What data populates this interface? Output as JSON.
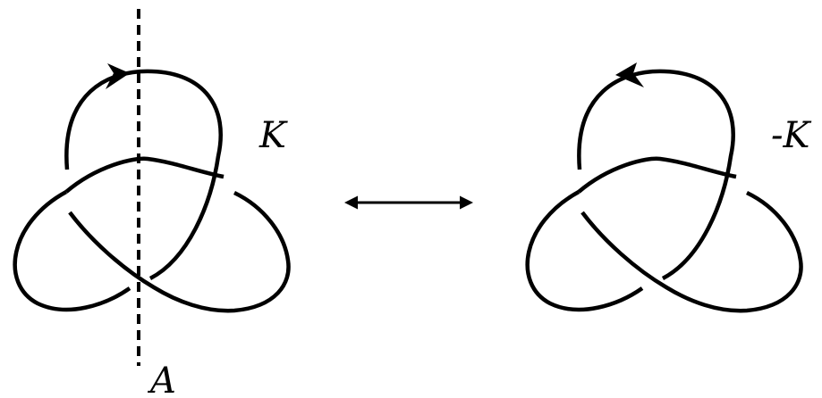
{
  "labels": {
    "knot": "K",
    "reversed_knot": "-K",
    "axis": "A"
  }
}
